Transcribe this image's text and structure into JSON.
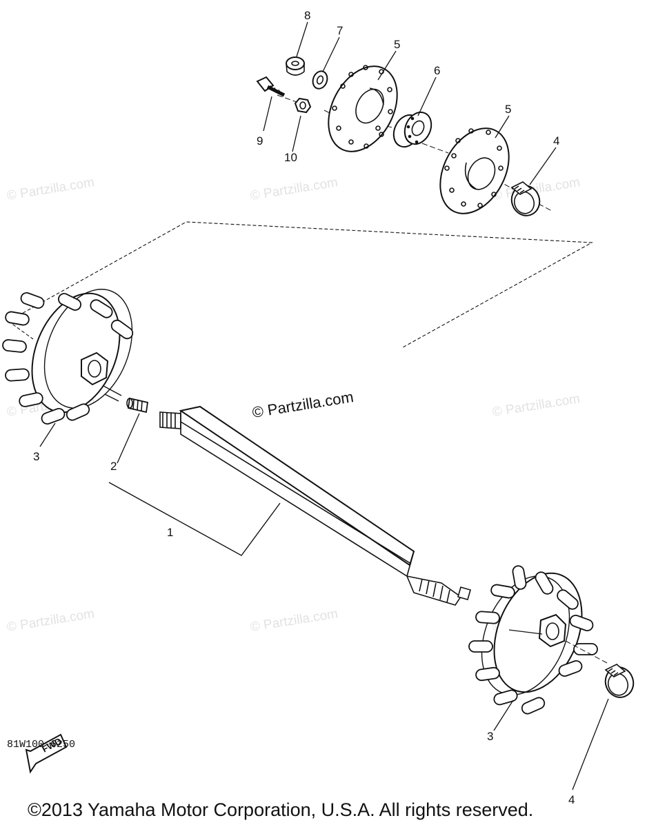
{
  "watermarks": {
    "text": "© Partzilla.com",
    "center_text": "© Partzilla.com"
  },
  "callouts": {
    "p1": "1",
    "p2": "2",
    "p3a": "3",
    "p3b": "3",
    "p4a": "4",
    "p4b": "4",
    "p5a": "5",
    "p5b": "5",
    "p6": "6",
    "p7": "7",
    "p8": "8",
    "p9": "9",
    "p10": "10"
  },
  "fwd_label": "FWD",
  "diagram_code": "81W100-6250",
  "copyright": "©2013 Yamaha Motor Corporation, U.S.A. All rights reserved."
}
